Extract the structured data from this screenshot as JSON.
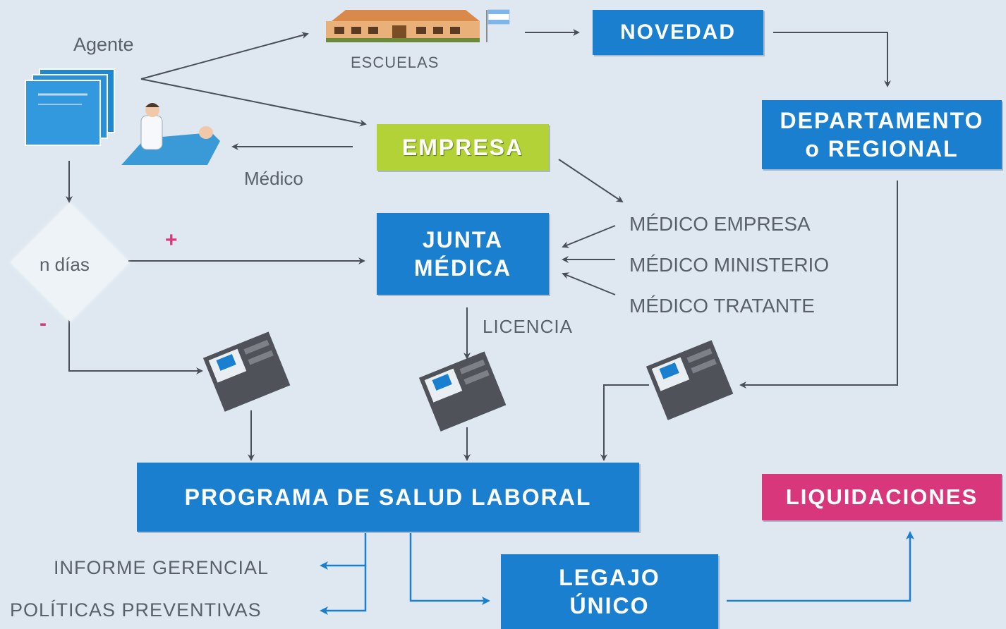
{
  "colors": {
    "blue_box": "#1a7fcf",
    "green_box": "#b2d238",
    "pink_box": "#d8387b",
    "dark_arrow": "#4a4f57",
    "blue_arrow": "#1a7fcf",
    "background": "#dfe8f1"
  },
  "nodes": {
    "agente": "Agente",
    "escuelas": "ESCUELAS",
    "medico": "Médico",
    "novedad": "NOVEDAD",
    "departamento_line1": "DEPARTAMENTO",
    "departamento_line2": "o REGIONAL",
    "empresa": "EMPRESA",
    "n_dias": "n días",
    "plus": "+",
    "minus": "-",
    "junta_line1": "JUNTA",
    "junta_line2": "MÉDICA",
    "medico_empresa": "MÉDICO  EMPRESA",
    "medico_ministerio": "MÉDICO MINISTERIO",
    "medico_tratante": "MÉDICO TRATANTE",
    "licencia": "LICENCIA",
    "programa": "PROGRAMA  DE  SALUD  LABORAL",
    "liquidaciones": "LIQUIDACIONES",
    "informe": "INFORME  GERENCIAL",
    "politicas": "POLÍTICAS  PREVENTIVAS",
    "legajo_line1": "LEGAJO",
    "legajo_line2": "ÚNICO"
  },
  "icons": {
    "certificate": "certificate-documents-icon",
    "school": "school-building-icon",
    "doctor": "doctor-patient-icon",
    "floppy": "floppy-disk-icon"
  }
}
